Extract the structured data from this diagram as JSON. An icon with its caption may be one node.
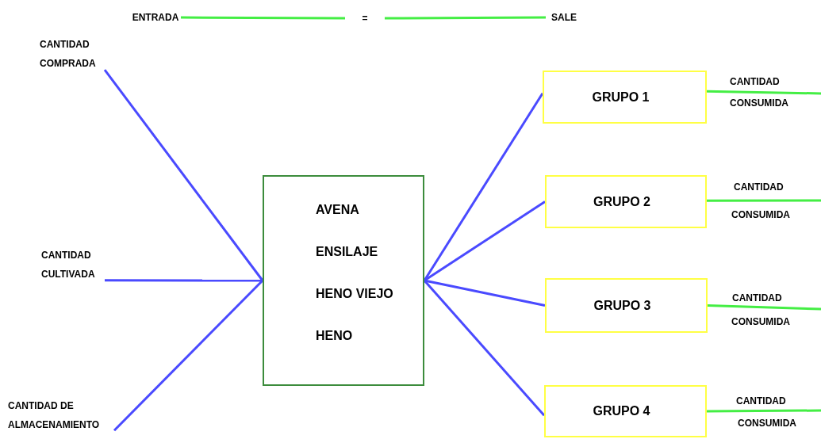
{
  "diagram": {
    "nodes": [
      {
        "text": [
          "ENTRADA"
        ]
      },
      {
        "text": [
          "="
        ]
      },
      {
        "text": [
          "SALE"
        ]
      },
      {
        "text": [
          "CANTIDAD COMPRADA"
        ]
      },
      {
        "text": [
          "CANTIDAD CULTIVADA"
        ]
      },
      {
        "text": [
          "CANTIDAD DE ALMACENAMIENTO"
        ]
      },
      {
        "text": [
          "AVENA",
          "ENSILAJE",
          "HENO VIEJO",
          "HENO"
        ]
      },
      {
        "text": [
          "GRUPO 1"
        ]
      },
      {
        "text": [
          "GRUPO 2"
        ]
      },
      {
        "text": [
          "GRUPO 3"
        ]
      },
      {
        "text": [
          "GRUPO 4"
        ]
      }
    ],
    "edges": [
      {
        "from": 0,
        "to": 1,
        "arrow": "none",
        "color": "#44ee44"
      },
      {
        "from": 1,
        "to": 2,
        "arrow": "none",
        "color": "#44ee44"
      },
      {
        "from": 3,
        "to": 6,
        "arrow": "none"
      },
      {
        "from": 4,
        "to": 6,
        "arrow": "none"
      },
      {
        "from": 5,
        "to": 6,
        "arrow": "none"
      },
      {
        "from": 6,
        "to": 7,
        "arrow": "none"
      },
      {
        "from": 6,
        "to": 8,
        "arrow": "none"
      },
      {
        "from": 6,
        "to": 9,
        "arrow": "none"
      },
      {
        "from": 6,
        "to": 10,
        "arrow": "none"
      },
      {
        "from": 7,
        "to": null,
        "arrow": "none",
        "color": "#44ee44"
      },
      {
        "from": 8,
        "to": null,
        "arrow": "none",
        "color": "#44ee44"
      },
      {
        "from": 9,
        "to": null,
        "arrow": "none",
        "color": "#44ee44"
      },
      {
        "from": 10,
        "to": null,
        "arrow": "none",
        "color": "#44ee44"
      }
    ],
    "labels": [
      "CANTIDAD",
      "CONSUMIDA",
      "CANTIDAD",
      "CONSUMIDA",
      "CANTIDAD",
      "CONSUMIDA",
      "CANTIDAD",
      "CONSUMIDA"
    ]
  }
}
